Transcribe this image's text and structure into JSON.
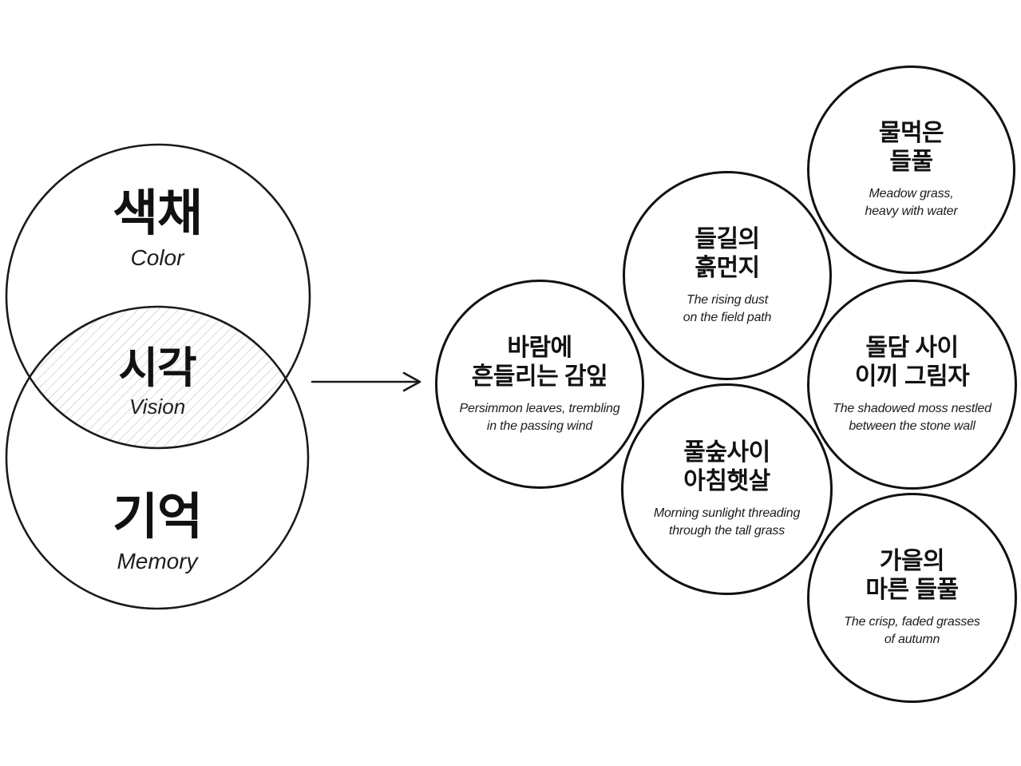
{
  "canvas": {
    "background": "#ffffff",
    "stroke_color": "#1a1a1a",
    "hatch_color": "#c4c4c4"
  },
  "icons": {
    "arrow": "arrow-right-icon"
  },
  "venn": {
    "color": {
      "ko": "색채",
      "en": "Color"
    },
    "vision": {
      "ko": "시각",
      "en": "Vision"
    },
    "memory": {
      "ko": "기억",
      "en": "Memory"
    }
  },
  "bubbles": [
    {
      "ko": "바람에\n흔들리는 감잎",
      "en": "Persimmon leaves, trembling\nin the passing wind"
    },
    {
      "ko": "들길의\n흙먼지",
      "en": "The rising dust\non the field path"
    },
    {
      "ko": "물먹은\n들풀",
      "en": "Meadow grass,\nheavy with water"
    },
    {
      "ko": "돌담 사이\n이끼 그림자",
      "en": "The shadowed moss nestled\nbetween the stone wall"
    },
    {
      "ko": "풀숲사이\n아침햇살",
      "en": "Morning sunlight threading\nthrough the tall grass"
    },
    {
      "ko": "가을의\n마른 들풀",
      "en": "The crisp, faded grasses\nof autumn"
    }
  ]
}
